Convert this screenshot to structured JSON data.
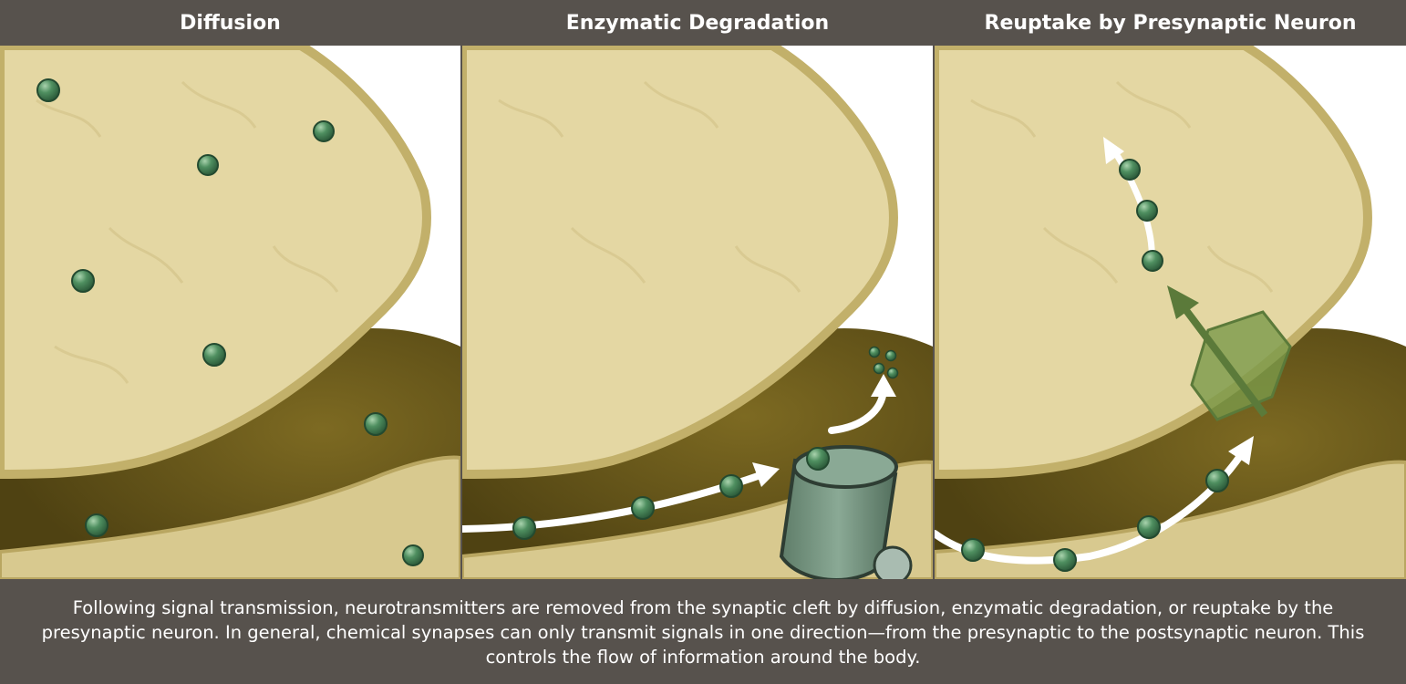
{
  "panels": [
    {
      "title": "Diffusion"
    },
    {
      "title": "Enzymatic Degradation"
    },
    {
      "title": "Reuptake by Presynaptic Neuron"
    }
  ],
  "caption": "Following signal transmission, neurotransmitters are removed from the synaptic cleft by diffusion, enzymatic degradation, or reuptake by the presynaptic neuron. In general, chemical synapses can only transmit signals in one direction—from the presynaptic to the postsynaptic neuron. This controls the flow of information around the body.",
  "colors": {
    "background": "#57524d",
    "header_text": "#ffffff",
    "neuron_fill": "#e4d7a3",
    "neuron_edge": "#c2b06a",
    "cleft_dark": "#5a4c16",
    "neurotransmitter": "#3f7a52",
    "enzyme": "#6e8d78",
    "transporter": "#7a9a4a",
    "arrow": "#ffffff",
    "reuptake_arrow": "#5b7a3a"
  }
}
